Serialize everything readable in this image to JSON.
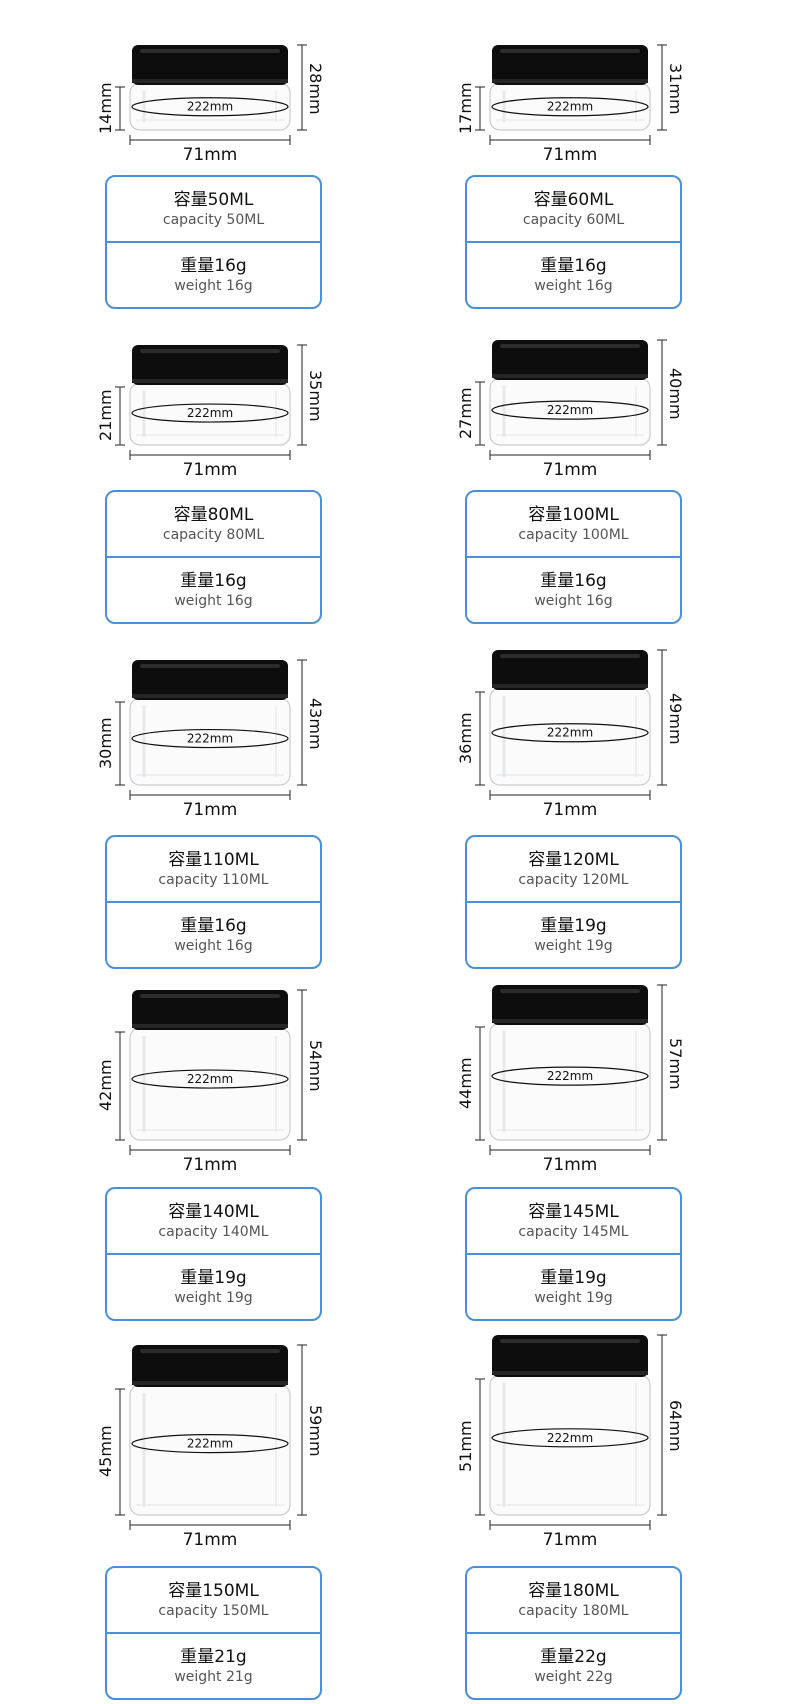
{
  "items": [
    {
      "circ": "222mm",
      "width": "71mm",
      "left_h": "14mm",
      "right_h": "28mm",
      "cap_cn": "容量50ML",
      "cap_en": "capacity 50ML",
      "wt_cn": "重量16g",
      "wt_en": "weight 16g"
    },
    {
      "circ": "222mm",
      "width": "71mm",
      "left_h": "17mm",
      "right_h": "31mm",
      "cap_cn": "容量60ML",
      "cap_en": "capacity 60ML",
      "wt_cn": "重量16g",
      "wt_en": "weight 16g"
    },
    {
      "circ": "222mm",
      "width": "71mm",
      "left_h": "21mm",
      "right_h": "35mm",
      "cap_cn": "容量80ML",
      "cap_en": "capacity 80ML",
      "wt_cn": "重量16g",
      "wt_en": "weight 16g"
    },
    {
      "circ": "222mm",
      "width": "71mm",
      "left_h": "27mm",
      "right_h": "40mm",
      "cap_cn": "容量100ML",
      "cap_en": "capacity 100ML",
      "wt_cn": "重量16g",
      "wt_en": "weight 16g"
    },
    {
      "circ": "222mm",
      "width": "71mm",
      "left_h": "30mm",
      "right_h": "43mm",
      "cap_cn": "容量110ML",
      "cap_en": "capacity 110ML",
      "wt_cn": "重量16g",
      "wt_en": "weight 16g"
    },
    {
      "circ": "222mm",
      "width": "71mm",
      "left_h": "36mm",
      "right_h": "49mm",
      "cap_cn": "容量120ML",
      "cap_en": "capacity 120ML",
      "wt_cn": "重量19g",
      "wt_en": "weight 19g"
    },
    {
      "circ": "222mm",
      "width": "71mm",
      "left_h": "42mm",
      "right_h": "54mm",
      "cap_cn": "容量140ML",
      "cap_en": "capacity 140ML",
      "wt_cn": "重量19g",
      "wt_en": "weight 19g"
    },
    {
      "circ": "222mm",
      "width": "71mm",
      "left_h": "44mm",
      "right_h": "57mm",
      "cap_cn": "容量145ML",
      "cap_en": "capacity 145ML",
      "wt_cn": "重量19g",
      "wt_en": "weight 19g"
    },
    {
      "circ": "222mm",
      "width": "71mm",
      "left_h": "45mm",
      "right_h": "59mm",
      "cap_cn": "容量150ML",
      "cap_en": "capacity 150ML",
      "wt_cn": "重量21g",
      "wt_en": "weight 21g"
    },
    {
      "circ": "222mm",
      "width": "71mm",
      "left_h": "51mm",
      "right_h": "64mm",
      "cap_cn": "容量180ML",
      "cap_en": "capacity 180ML",
      "wt_cn": "重量22g",
      "wt_en": "weight 22g"
    }
  ],
  "colors": {
    "accent": "#4a90d9",
    "lid": "#0d0d0d",
    "glass_edge": "#c9ccd0",
    "text": "#111111"
  },
  "icons": {
    "jar": "jar-illustration"
  }
}
